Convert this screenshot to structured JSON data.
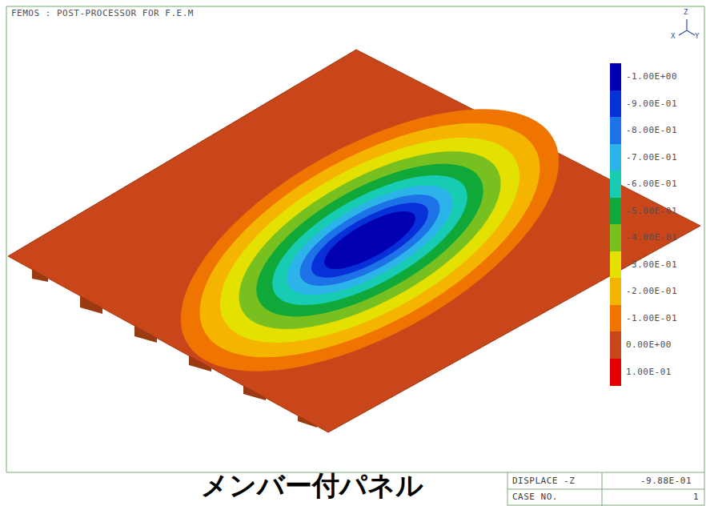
{
  "diagram": {
    "caption": "メンバー付パネル",
    "labels": [
      "FEMOS  :  POST-PROCESSOR  FOR  F.E.M",
      "Z",
      "X",
      "Y",
      "DISPLACE -Z",
      "-9.88E-01",
      "CASE NO.",
      "1"
    ],
    "legend": [
      {
        "text": "-1.00E+00",
        "color": "#0000b0"
      },
      {
        "text": "-9.00E-01",
        "color": "#0830d8"
      },
      {
        "text": "-8.00E-01",
        "color": "#1c72e6"
      },
      {
        "text": "-7.00E-01",
        "color": "#2cb4ea"
      },
      {
        "text": "-6.00E-01",
        "color": "#18ccb4"
      },
      {
        "text": "-5.00E-01",
        "color": "#10a838"
      },
      {
        "text": "-4.00E-01",
        "color": "#78c020"
      },
      {
        "text": "-3.00E-01",
        "color": "#e4e000"
      },
      {
        "text": "-2.00E-01",
        "color": "#f4b400"
      },
      {
        "text": "-1.00E-01",
        "color": "#f07400"
      },
      {
        "text": "0.00E+00",
        "color": "#c8461a"
      },
      {
        "text": "1.00E-01",
        "color": "#e40000"
      }
    ]
  }
}
